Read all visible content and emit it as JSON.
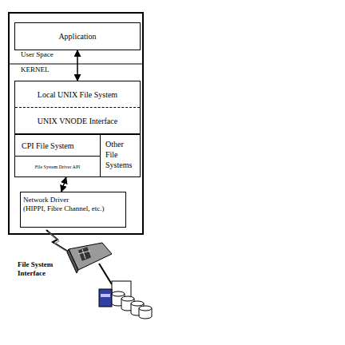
{
  "diagram": {
    "nodes": [
      {
        "text": [
          "Application"
        ]
      },
      {
        "text": [
          "Local UNIX File System",
          "UNIX VNODE Interface"
        ]
      },
      {
        "text": [
          "CPI File System"
        ]
      },
      {
        "text": [
          "File System Driver API"
        ]
      },
      {
        "text": [
          "Other File Systems"
        ]
      },
      {
        "text": [
          "Network Driver",
          "(HIPPI, Fibre Channel, etc.)"
        ]
      }
    ],
    "edges": [
      {
        "from": 0,
        "to": 1,
        "arrow": "both"
      },
      {
        "from": 3,
        "to": 5,
        "arrow": "both"
      }
    ],
    "labels": [
      "User Space",
      "KERNEL",
      "File System Interface"
    ]
  }
}
